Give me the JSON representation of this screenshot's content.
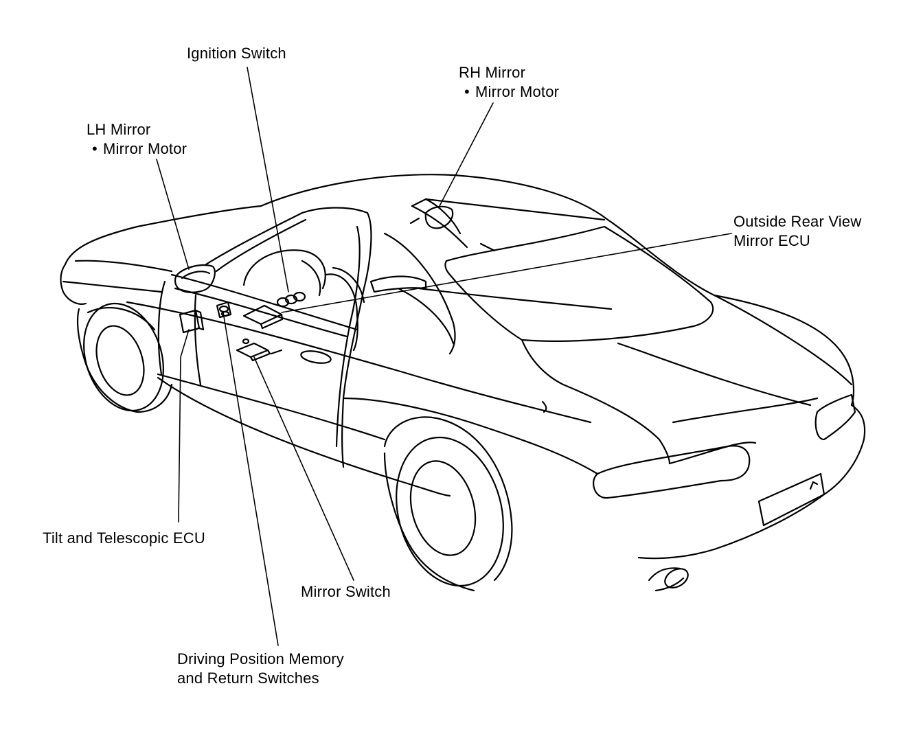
{
  "labels": {
    "ignition_switch": "Ignition Switch",
    "rh_mirror": {
      "title": "RH Mirror",
      "bullet": "•",
      "item": "Mirror Motor"
    },
    "lh_mirror": {
      "title": "LH Mirror",
      "bullet": "•",
      "item": "Mirror Motor"
    },
    "outside_rear_view_ecu": {
      "line1": "Outside Rear View",
      "line2": "Mirror ECU"
    },
    "tilt_telescopic_ecu": "Tilt and Telescopic ECU",
    "mirror_switch": "Mirror Switch",
    "driving_position_memory": {
      "line1": "Driving Position Memory",
      "line2": "and Return Switches"
    }
  },
  "colors": {
    "ink": "#000000",
    "paper": "#ffffff"
  }
}
